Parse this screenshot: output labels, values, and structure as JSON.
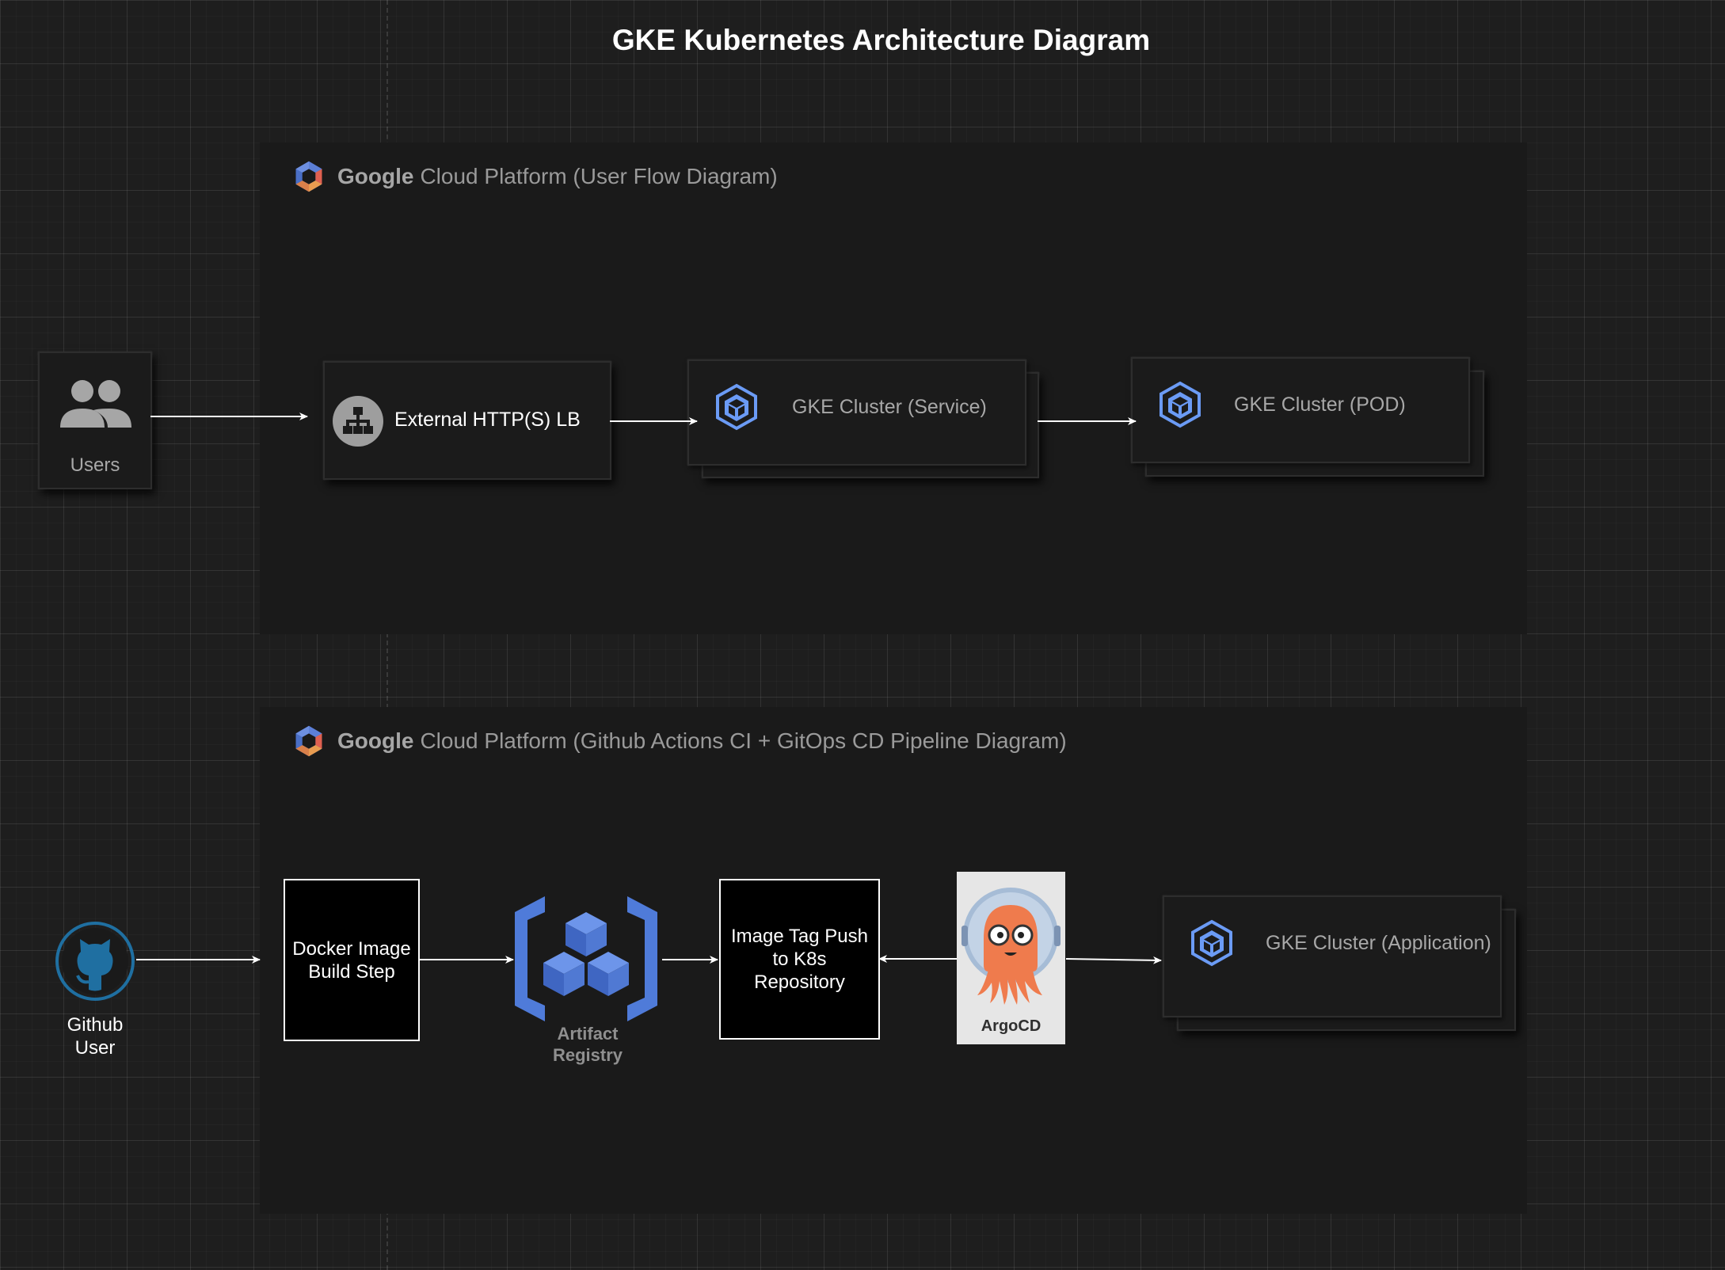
{
  "title": "GKE Kubernetes Architecture Diagram",
  "panels": {
    "user_flow": {
      "brand": "Google",
      "text": "Cloud Platform (User Flow Diagram)"
    },
    "pipeline": {
      "brand": "Google",
      "text": "Cloud Platform (Github Actions CI + GitOps CD Pipeline Diagram)"
    }
  },
  "user_flow": {
    "users": {
      "label": "Users",
      "icon": "users-icon"
    },
    "load_balancer": {
      "label": "External HTTP(S) LB",
      "icon": "load-balancer-icon"
    },
    "gke_service": {
      "label": "GKE Cluster (Service)",
      "icon": "gke-icon"
    },
    "gke_pod": {
      "label": "GKE Cluster (POD)",
      "icon": "gke-icon"
    }
  },
  "pipeline": {
    "github_user": {
      "label": "Github\nUser",
      "icon": "github-icon"
    },
    "docker_build": {
      "label": "Docker Image\nBuild Step"
    },
    "artifact_registry": {
      "label": "Artifact\nRegistry",
      "icon": "artifact-registry-icon"
    },
    "image_tag_push": {
      "label": "Image Tag Push\nto K8s\nRepository"
    },
    "argocd": {
      "label": "ArgoCD",
      "icon": "argocd-icon"
    },
    "gke_application": {
      "label": "GKE Cluster (Application)",
      "icon": "gke-icon"
    }
  },
  "colors": {
    "background": "#1e1e1e",
    "panel": "#1a1a1a",
    "gke_blue": "#6b9bf5",
    "artifact_blue": "#4f7bd9",
    "github_blue": "#1f6fa1",
    "argo_orange": "#ef7b4d"
  }
}
